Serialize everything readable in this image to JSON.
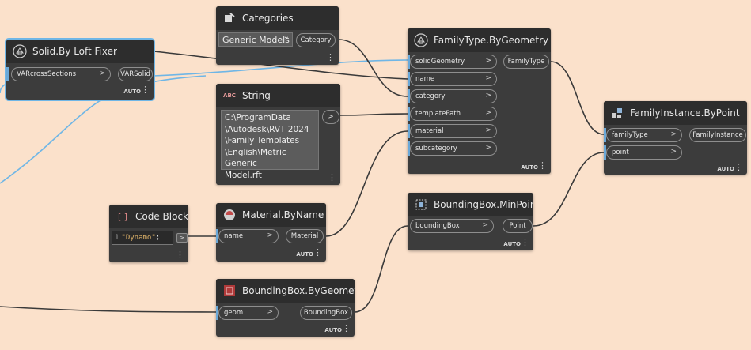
{
  "colors": {
    "canvas": "#fbe1cb",
    "node": "#3c3c3c",
    "header": "#2d2d2d",
    "wire": "#3a3a3a",
    "wire_selected": "#6fb6e6"
  },
  "loft": {
    "title": "Solid.By Loft Fixer",
    "input": "VARcrossSections",
    "output": "VARSolid",
    "lacing": "AUTO",
    "icon": "node-icon"
  },
  "categories": {
    "title": "Categories",
    "selected": "Generic Models",
    "output": "Category",
    "icon": "categories-icon"
  },
  "string": {
    "title": "String",
    "badge": "ABC",
    "value_lines": [
      "C:\\ProgramData",
      "\\Autodesk\\RVT 2024",
      "\\Family Templates",
      "\\English\\Metric Generic",
      "Model.rft"
    ],
    "output": ">"
  },
  "familytype": {
    "title": "FamilyType.ByGeometry",
    "inputs": [
      "solidGeometry",
      "name",
      "category",
      "templatePath",
      "material",
      "subcategory"
    ],
    "output": "FamilyType",
    "lacing": "AUTO"
  },
  "familyinstance": {
    "title": "FamilyInstance.ByPoint",
    "inputs": [
      "familyType",
      "point"
    ],
    "output": "FamilyInstance",
    "lacing": "AUTO"
  },
  "codeblock": {
    "title": "Code Block",
    "line_number": "1",
    "code_string": "\"Dynamo\"",
    "code_end": ";",
    "output": ">"
  },
  "material": {
    "title": "Material.ByName",
    "input": "name",
    "output": "Material",
    "lacing": "AUTO"
  },
  "bbmin": {
    "title": "BoundingBox.MinPoint",
    "input": "boundingBox",
    "output": "Point",
    "lacing": "AUTO"
  },
  "bbgeom": {
    "title": "BoundingBox.ByGeometry",
    "input": "geom",
    "output": "BoundingBox",
    "lacing": "AUTO"
  }
}
